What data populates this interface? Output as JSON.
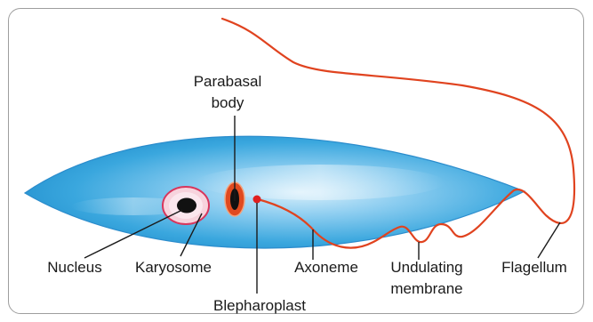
{
  "labels": {
    "parabasal_body_line1": "Parabasal",
    "parabasal_body_line2": "body",
    "nucleus": "Nucleus",
    "karyosome": "Karyosome",
    "blepharoplast": "Blepharoplast",
    "axoneme": "Axoneme",
    "undulating_membrane_line1": "Undulating",
    "undulating_membrane_line2": "membrane",
    "flagellum": "Flagellum"
  },
  "colors": {
    "body_blue": "#3aa7de",
    "body_highlight": "#cfe9f8",
    "flagellum_red": "#e0431f",
    "nucleus_pink": "#f5c6d3",
    "nucleus_border": "#d8365c",
    "parabasal_fill": "#e04a1f",
    "outline_dark": "#1a1a1a",
    "frame_gray": "#9e9e9e"
  }
}
